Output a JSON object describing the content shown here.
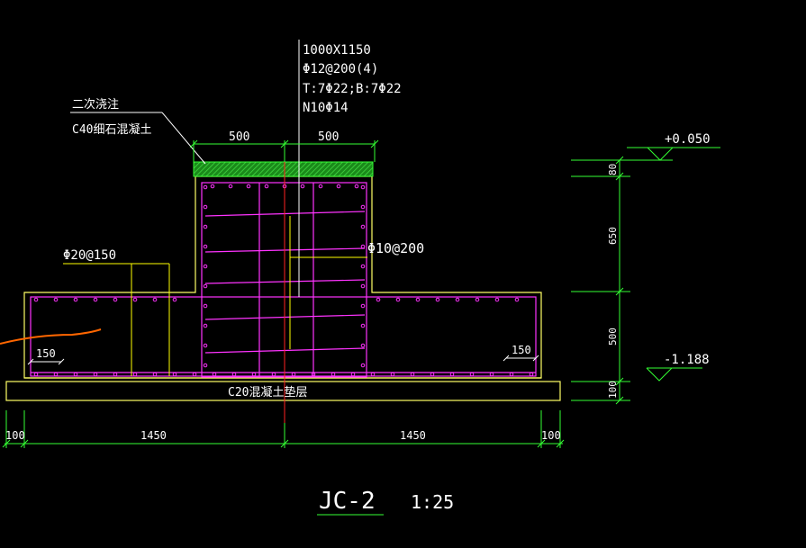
{
  "column_spec": {
    "size": "1000X1150",
    "stirrups": "Φ12@200(4)",
    "longitudinal": "T:7Φ22;B:7Φ22",
    "side_bars": "N10Φ14"
  },
  "grout_note": {
    "line1": "二次浇注",
    "line2": "C40细石混凝土"
  },
  "top_dims": {
    "left": "500",
    "right": "500"
  },
  "rebar_labels": {
    "column_stirrup": "Φ10@200",
    "base_bars": "Φ20@150",
    "cover_left": "150",
    "cover_right": "150"
  },
  "cushion_label": "C20混凝土垫层",
  "elevations": {
    "top": "+0.050",
    "bottom": "-1.188"
  },
  "vertical_dims": [
    "80",
    "650",
    "500",
    "100"
  ],
  "bottom_dims": [
    "100",
    "1450",
    "1450",
    "100"
  ],
  "drawing": {
    "title": "JC-2",
    "scale": "1:25"
  },
  "colors": {
    "background": "#000000",
    "outline": "#ffff66",
    "rebar": "#ff33ff",
    "dimension": "#33ff33",
    "text": "#ffffff",
    "axis": "#ff2222",
    "grout_fill": "#22aa22",
    "annotation": "#ffff00",
    "extra_stroke": "#ff6600"
  }
}
